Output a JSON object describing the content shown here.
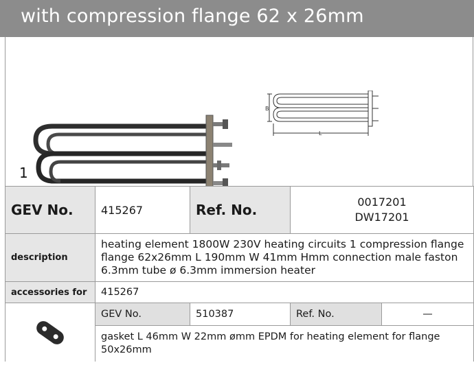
{
  "header": {
    "title": "with compression flange 62 x 26mm"
  },
  "image": {
    "number": "1",
    "drawing_labels": {
      "b": "B",
      "l": "L"
    }
  },
  "product": {
    "gev_label": "GEV No.",
    "gev_value": "415267",
    "ref_label": "Ref. No.",
    "ref_values": [
      "0017201",
      "DW17201"
    ],
    "description_label": "description",
    "description": "heating element  1800W 230V heating circuits 1 compression flange flange 62x26mm L 190mm W 41mm Hmm connection male faston 6.3mm tube ø 6.3mm immersion heater",
    "accessories_label": "accessories for",
    "accessories_value": "415267"
  },
  "accessory": {
    "gev_label": "GEV No.",
    "gev_value": "510387",
    "ref_label": "Ref. No.",
    "ref_value": "—",
    "description": "gasket  L 46mm W 22mm ømm EPDM for heating element for flange 50x26mm",
    "icon": "gasket-icon"
  },
  "colors": {
    "header_bg": "#8c8c8c",
    "label_bg": "#e6e6e6",
    "border": "#9a9a9a"
  }
}
